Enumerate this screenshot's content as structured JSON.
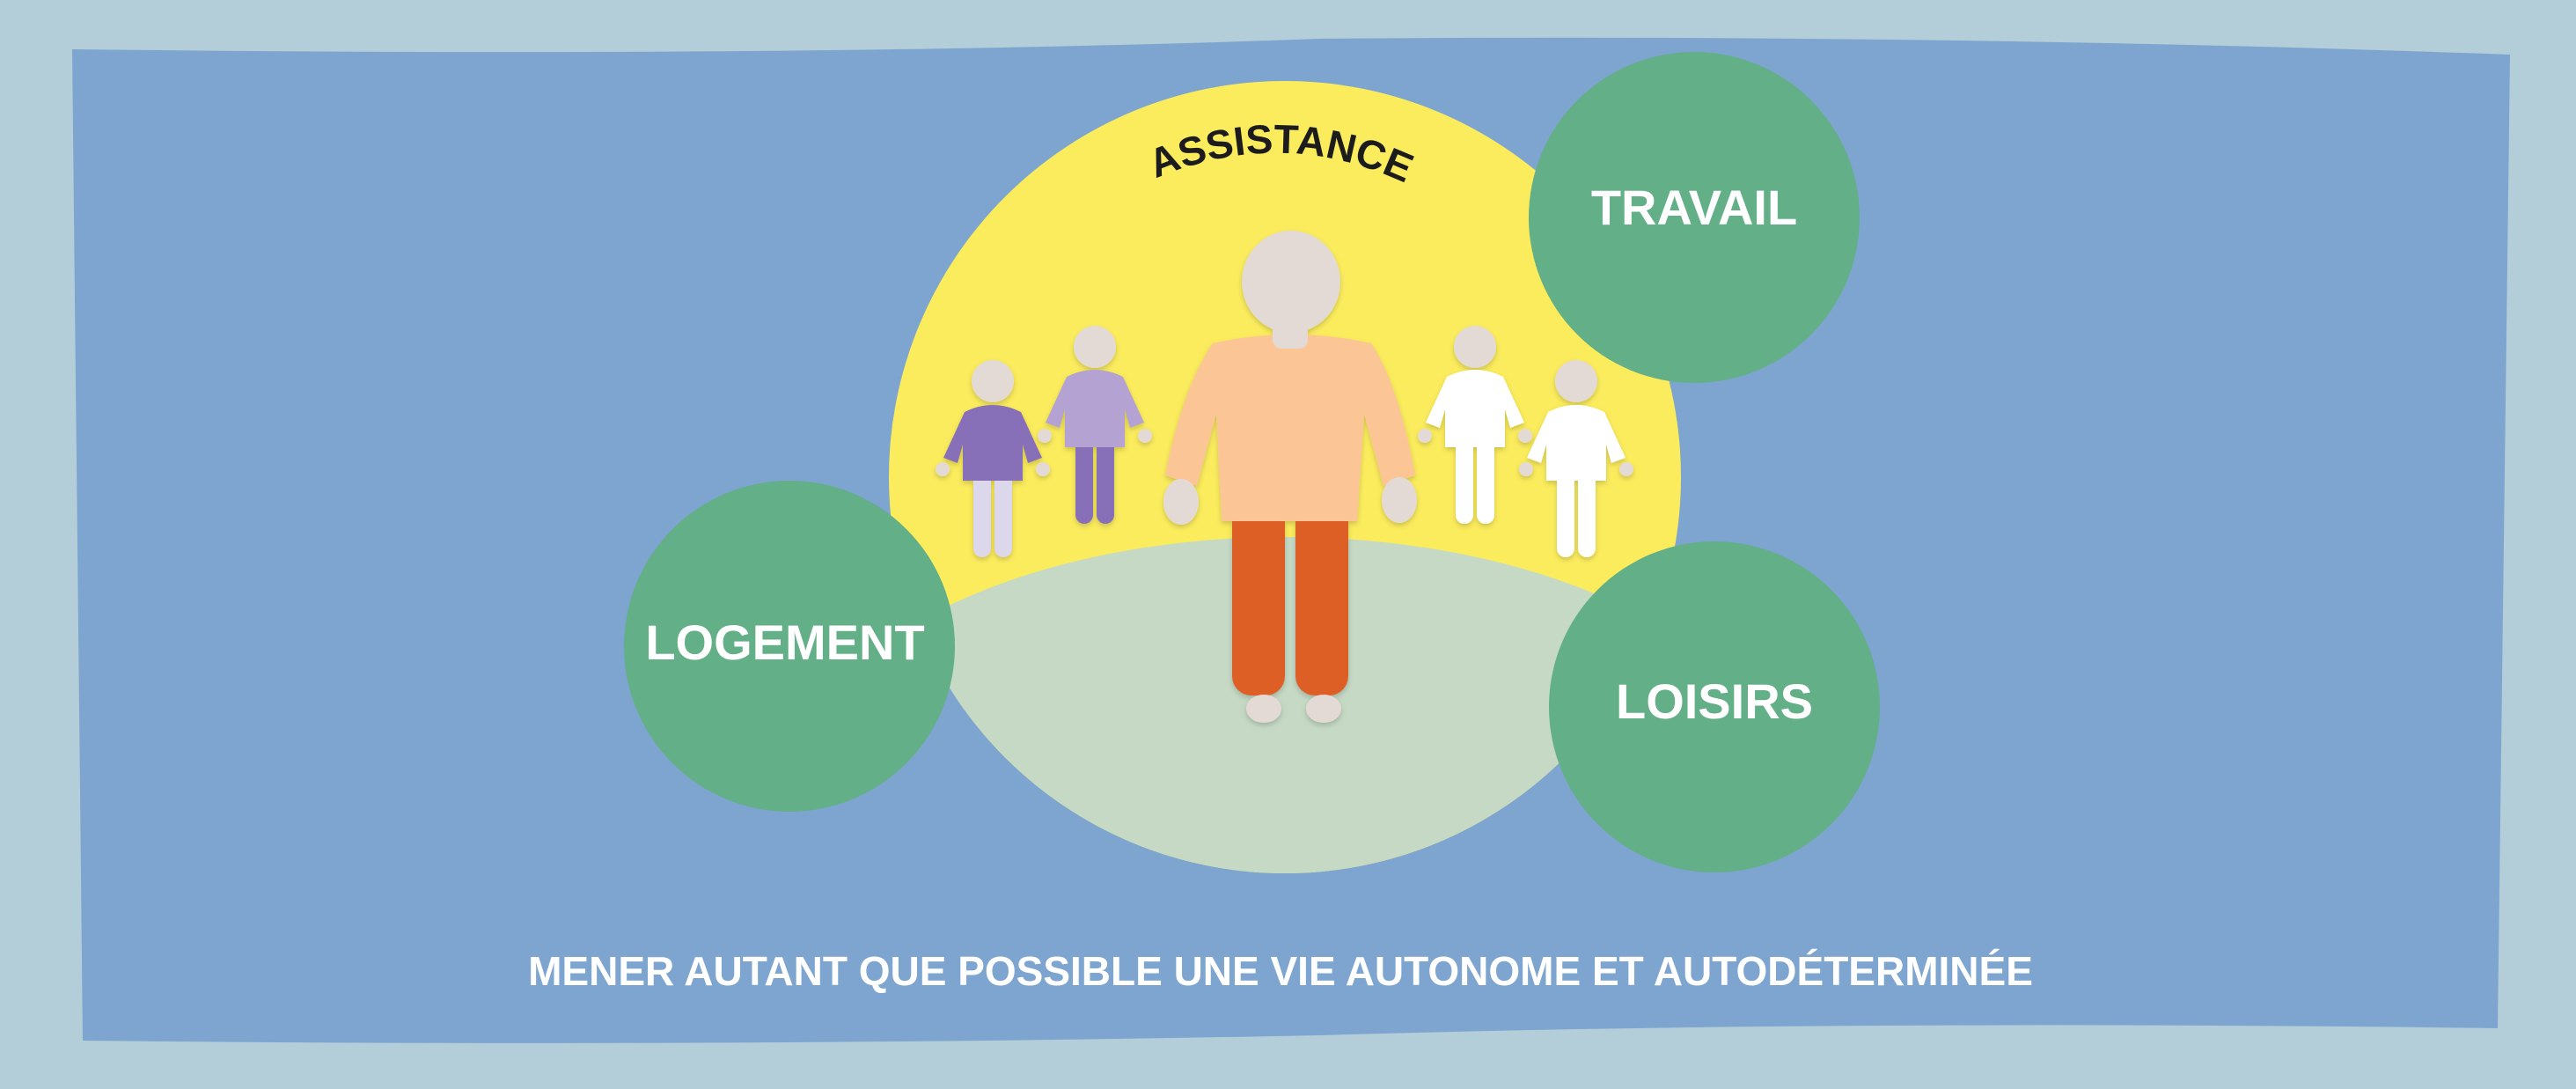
{
  "illustration": {
    "arc_title": "ASSISTANCE",
    "circles": {
      "work": "TRAVAIL",
      "housing": "LOGEMENT",
      "leisure": "LOISIRS"
    },
    "tagline": "MENER AUTANT QUE POSSIBLE UNE VIE AUTONOME ET AUTODÉTERMINÉE"
  },
  "colors": {
    "outer_background": "#b3cdd9",
    "banner": "#7ea5cf",
    "sun": "#fbec5d",
    "ground": "#c5d9c5",
    "green_circle": "#62af88",
    "text_light": "#ffffff",
    "text_dark": "#1c1c1c"
  },
  "icons": {
    "central_person": "person-icon",
    "small_people": "people-group-icon"
  }
}
